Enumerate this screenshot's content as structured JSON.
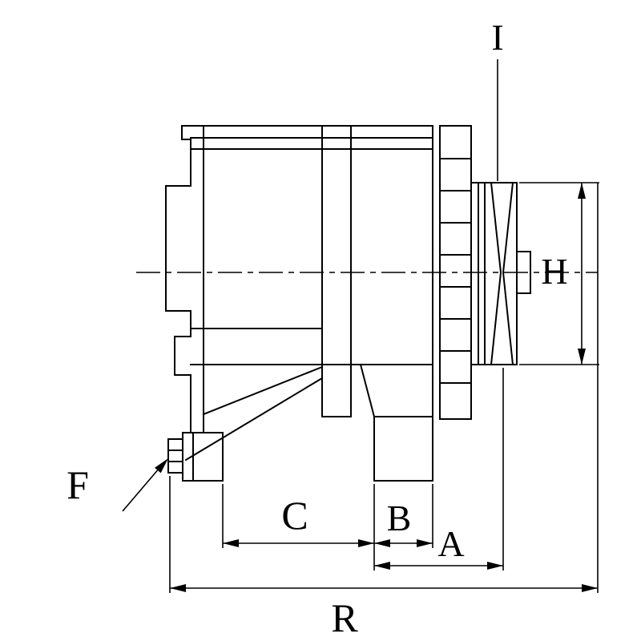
{
  "labels": {
    "I": "I",
    "H": "H",
    "F": "F",
    "C": "C",
    "B": "B",
    "A": "A",
    "R": "R"
  },
  "colors": {
    "line_color": "#000000",
    "background": "#ffffff"
  }
}
